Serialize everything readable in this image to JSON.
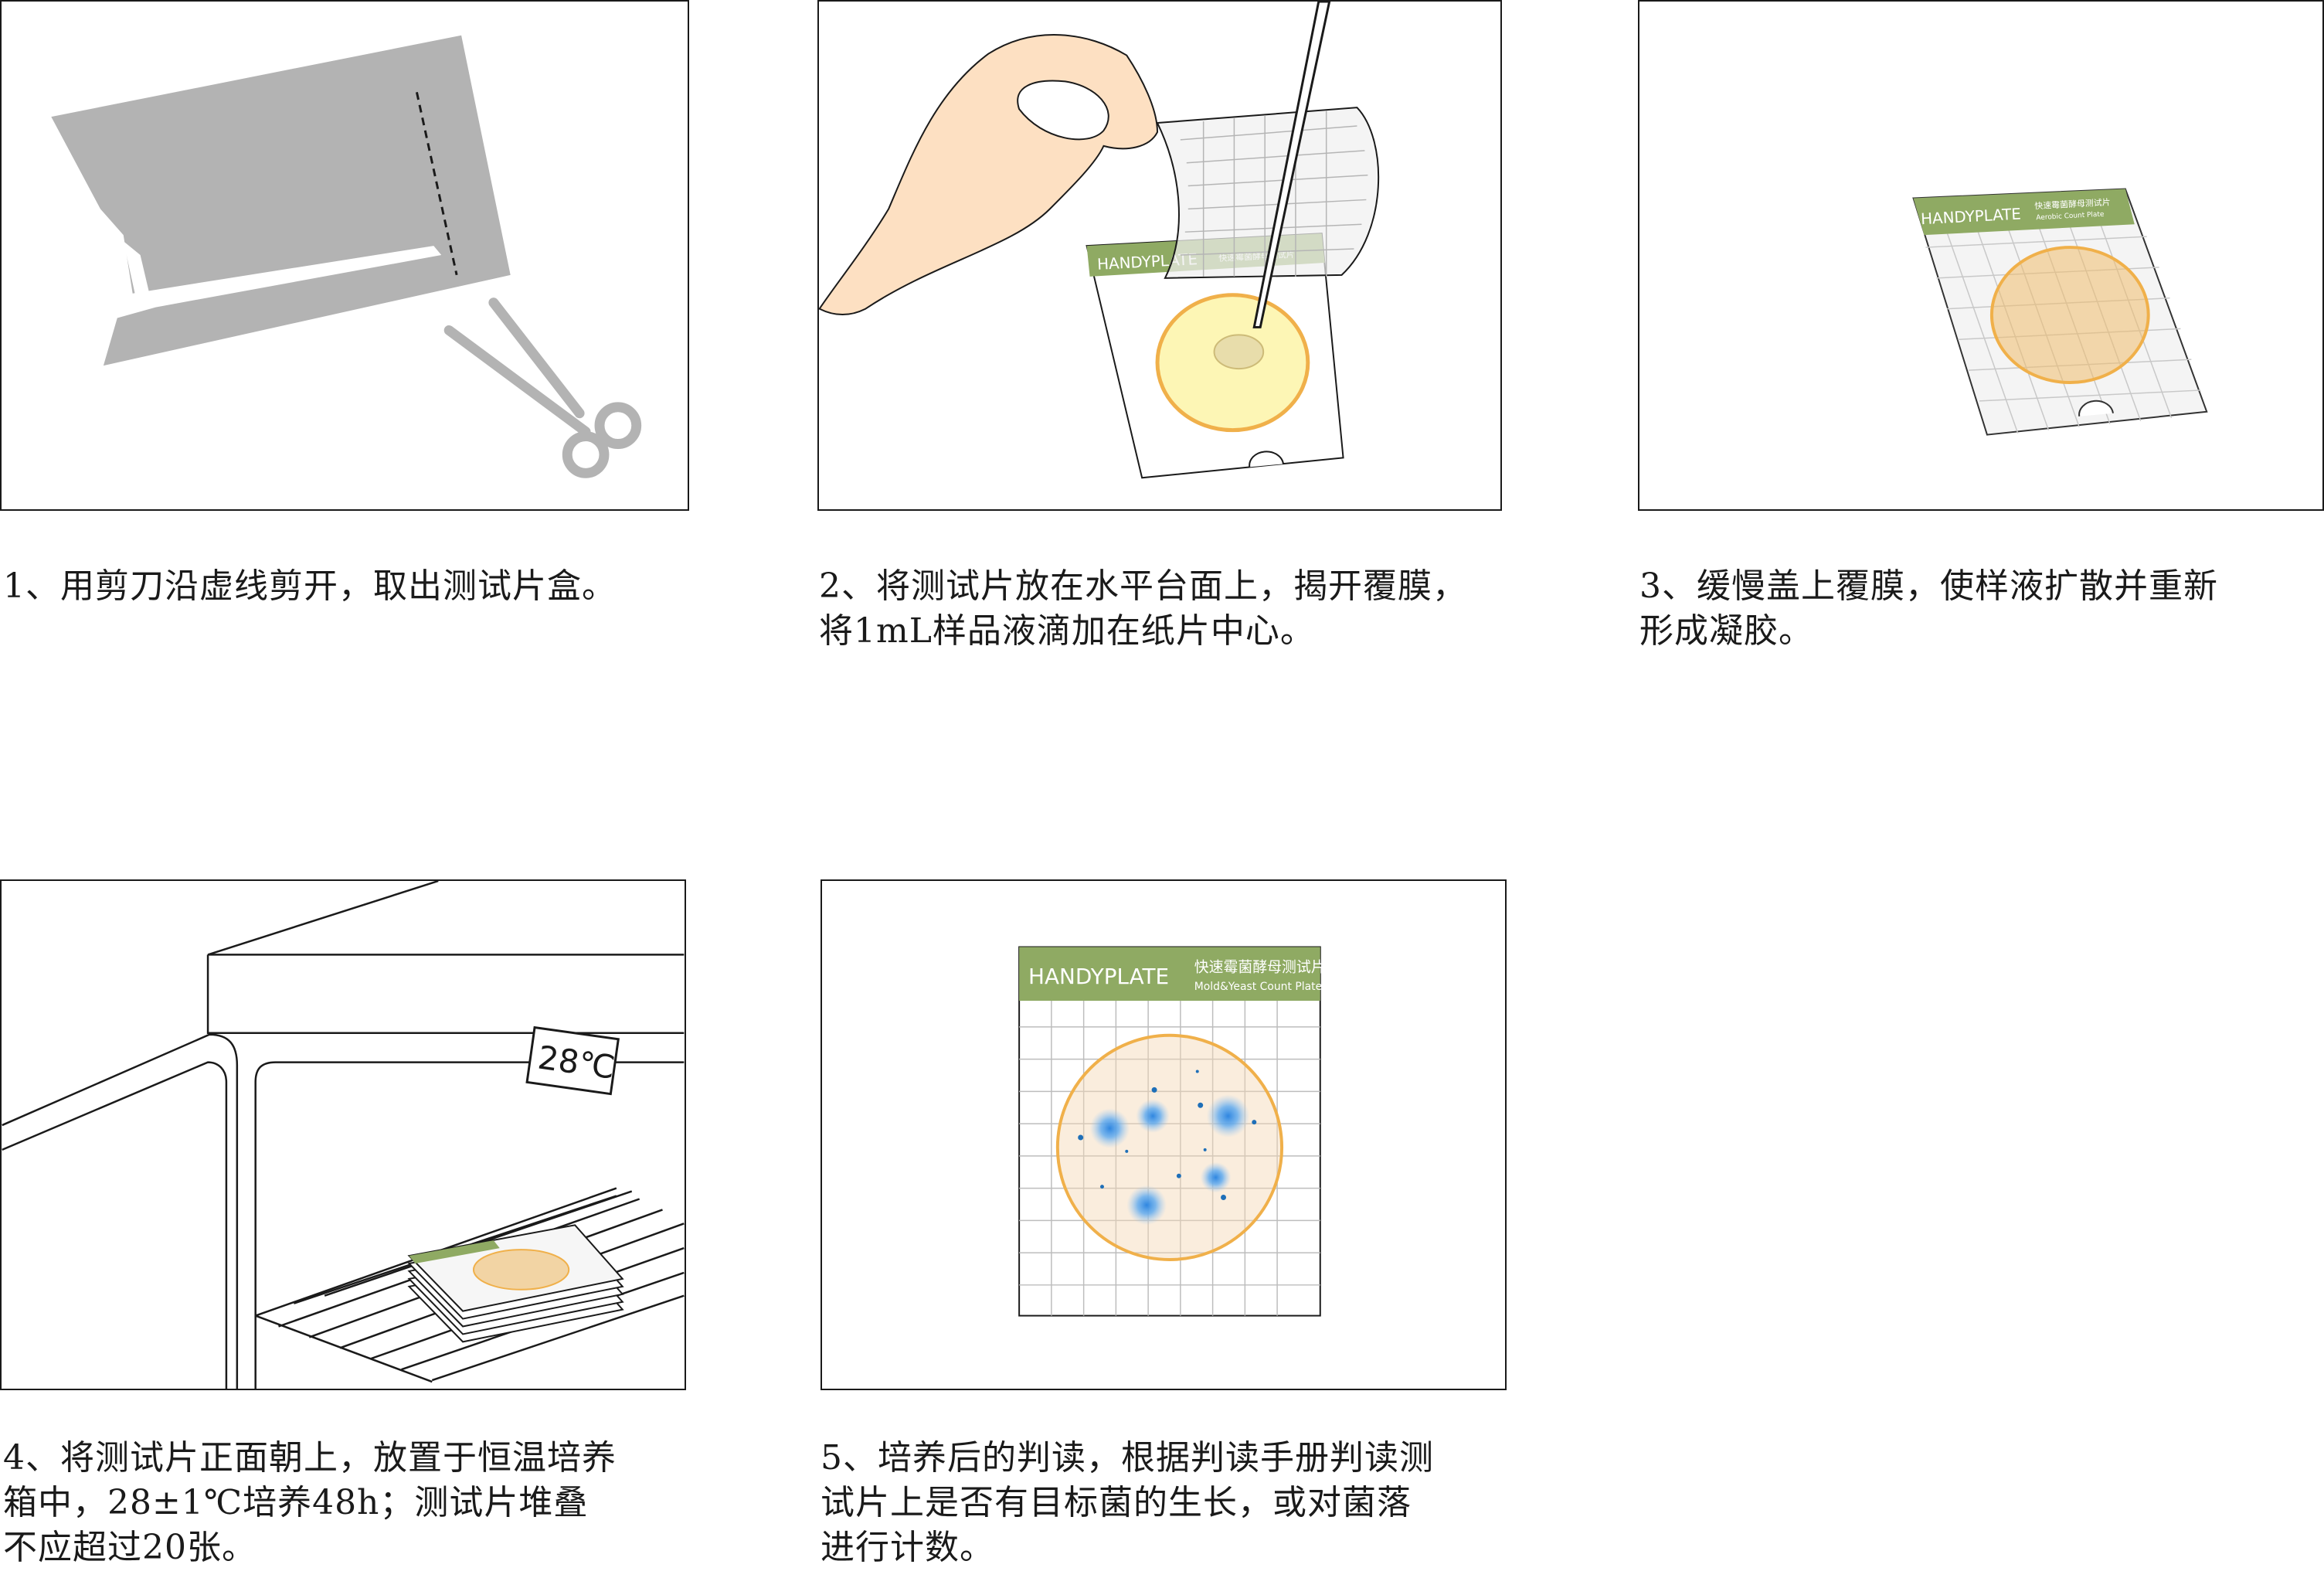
{
  "steps": [
    {
      "caption": "1、用剪刀沿虚线剪开，取出测试片盒。"
    },
    {
      "caption": "2、将测试片放在水平台面上，揭开覆膜，\n将1mL样品液滴加在纸片中心。"
    },
    {
      "caption": "3、缓慢盖上覆膜，使样液扩散并重新\n形成凝胶。"
    },
    {
      "caption": "4、将测试片正面朝上，放置于恒温培养\n箱中，28±1℃培养48h；测试片堆叠\n不应超过20张。"
    },
    {
      "caption": "5、培养后的判读，根据判读手册判读测\n试片上是否有目标菌的生长，或对菌落\n进行计数。"
    }
  ],
  "plate": {
    "brand": "HANDYPLATE",
    "product_cn": "快速霉菌酵母测试片",
    "product_en": "Mold&Yeast Count Plate",
    "small_cn": "快速霉菌酵母测试片",
    "small_en": "Aerobic Count Plate"
  },
  "incubator": {
    "display": "28℃"
  },
  "colors": {
    "bag": "#b3b3b3",
    "plate_header": "#8faa63",
    "gel_yellow": "#fdf6b5",
    "gel_ring": "#f0b04a",
    "colony": "#3a8fe0",
    "hand": "#fde0c2"
  }
}
